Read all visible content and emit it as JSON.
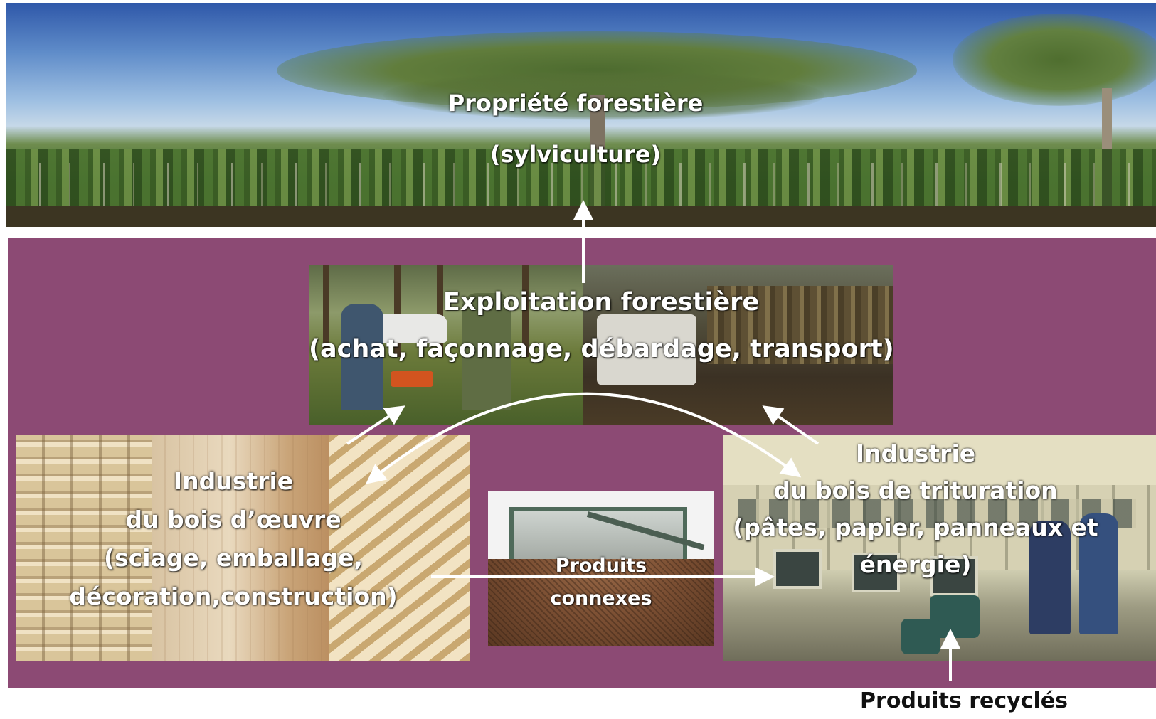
{
  "forest": {
    "line1": "Propriété forestière",
    "line2": "(sylviculture)"
  },
  "exploitation": {
    "line1": "Exploitation forestière",
    "line2": "(achat, façonnage, débardage, transport)"
  },
  "bois_oeuvre": {
    "line1": "Industrie",
    "line2": "du bois d’œuvre",
    "line3": "(sciage, emballage,",
    "line4": "décoration,construction)"
  },
  "connexes": {
    "line1": "Produits",
    "line2": "connexes"
  },
  "trituration": {
    "line1": "Industrie",
    "line2": "du bois de trituration",
    "line3": "(pâtes, papier, panneaux et",
    "line4": "énergie)"
  },
  "recycled": {
    "label": "Produits recyclés"
  },
  "colors": {
    "background": "#8c4a74",
    "arrow": "#ffffff",
    "label": "#ffffff",
    "recycled_text": "#111111"
  }
}
